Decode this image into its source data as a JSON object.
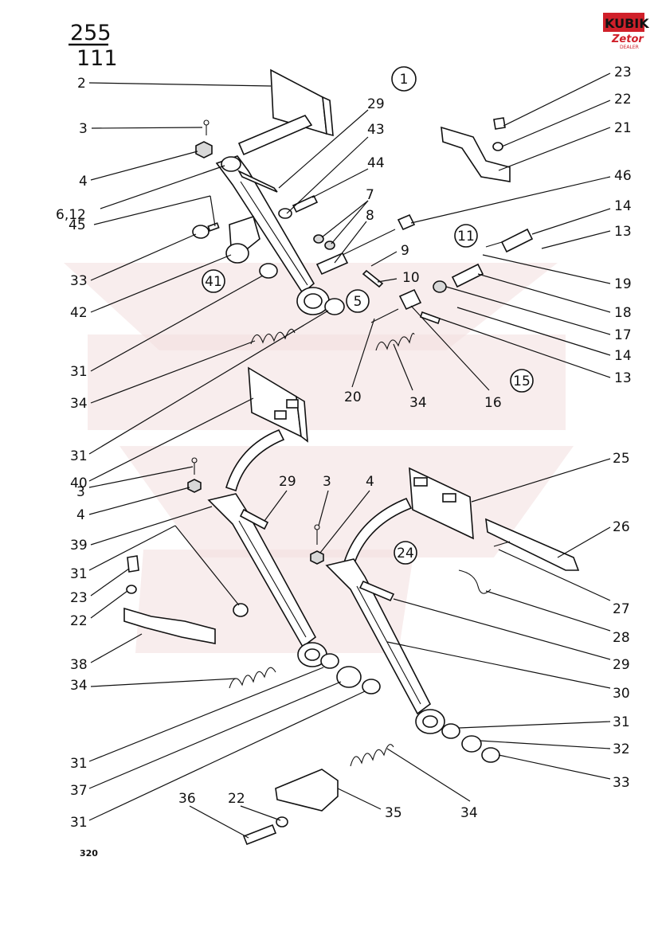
{
  "header": {
    "page_numerator": "255",
    "page_denominator": "111",
    "page_footer": "320"
  },
  "brand": {
    "name": "KUBIK",
    "sub": "Zetor",
    "sub2": "DEALER",
    "color_red": "#d0202a",
    "color_dark": "#1a1a1a"
  },
  "groups": [
    "1",
    "5",
    "11",
    "15",
    "24",
    "41"
  ],
  "callouts": [
    "2",
    "3",
    "4",
    "6,12",
    "45",
    "33",
    "42",
    "31",
    "34",
    "31",
    "40",
    "3",
    "4",
    "39",
    "31",
    "23",
    "22",
    "38",
    "34",
    "31",
    "37",
    "31",
    "36",
    "22",
    "29",
    "43",
    "44",
    "7",
    "8",
    "9",
    "10",
    "20",
    "34",
    "16",
    "23",
    "22",
    "21",
    "46",
    "14",
    "13",
    "19",
    "18",
    "17",
    "14",
    "13",
    "25",
    "26",
    "27",
    "28",
    "29",
    "30",
    "31",
    "32",
    "33",
    "34",
    "35",
    "29",
    "3",
    "4"
  ]
}
